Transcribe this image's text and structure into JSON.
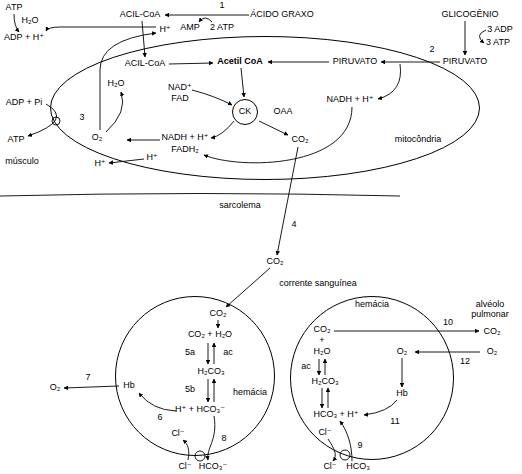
{
  "diagram": {
    "nodes": [
      {
        "text": [
          "mitocôndria"
        ]
      },
      {
        "text": [
          "CK"
        ],
        "in": 0
      },
      {
        "text": [
          "hemácia"
        ]
      },
      {
        "text": [
          "hemácia"
        ]
      }
    ],
    "labels": [
      "ATP",
      "H₂O",
      "ADP + H⁺",
      "ACIL-CoA",
      "1",
      "ÁCIDO GRAXO",
      "AMP",
      "2 ATP",
      "GLICOGÊNIO",
      "3 ADP",
      "3 ATP",
      "H⁺",
      "ACIL-CoA",
      "Acetil CoA",
      "PIRUVATO",
      "2",
      "PIRUVATO",
      "NADH + H⁺",
      "H₂O",
      "NAD⁺",
      "FAD",
      "OAA",
      "ADP + Pi",
      "3",
      "O₂",
      "ATP",
      "NADH + H⁺",
      "FADH₂",
      "CO₂",
      "músculo",
      "H⁺",
      "H⁺",
      "sarcolema",
      "4",
      "CO₂",
      "corrente sanguínea",
      "CO₂",
      "CO₂ + H₂O",
      "5a",
      "ac",
      "H₂CO₃",
      "5b",
      "H⁺ + HCO₃⁻",
      "6",
      "Hb",
      "7",
      "O₂",
      "Cl⁻",
      "8",
      "Cl⁻",
      "HCO₃⁻",
      "alvéolo pulmonar",
      "10",
      "CO₂",
      "CO₂",
      "+",
      "H₂O",
      "ac",
      "H₂CO₃",
      "HCO₃ + H⁺",
      "O₂",
      "12",
      "O₂",
      "Hb",
      "11",
      "Cl⁻",
      "9",
      "Cl⁻",
      "HCO₃"
    ]
  }
}
